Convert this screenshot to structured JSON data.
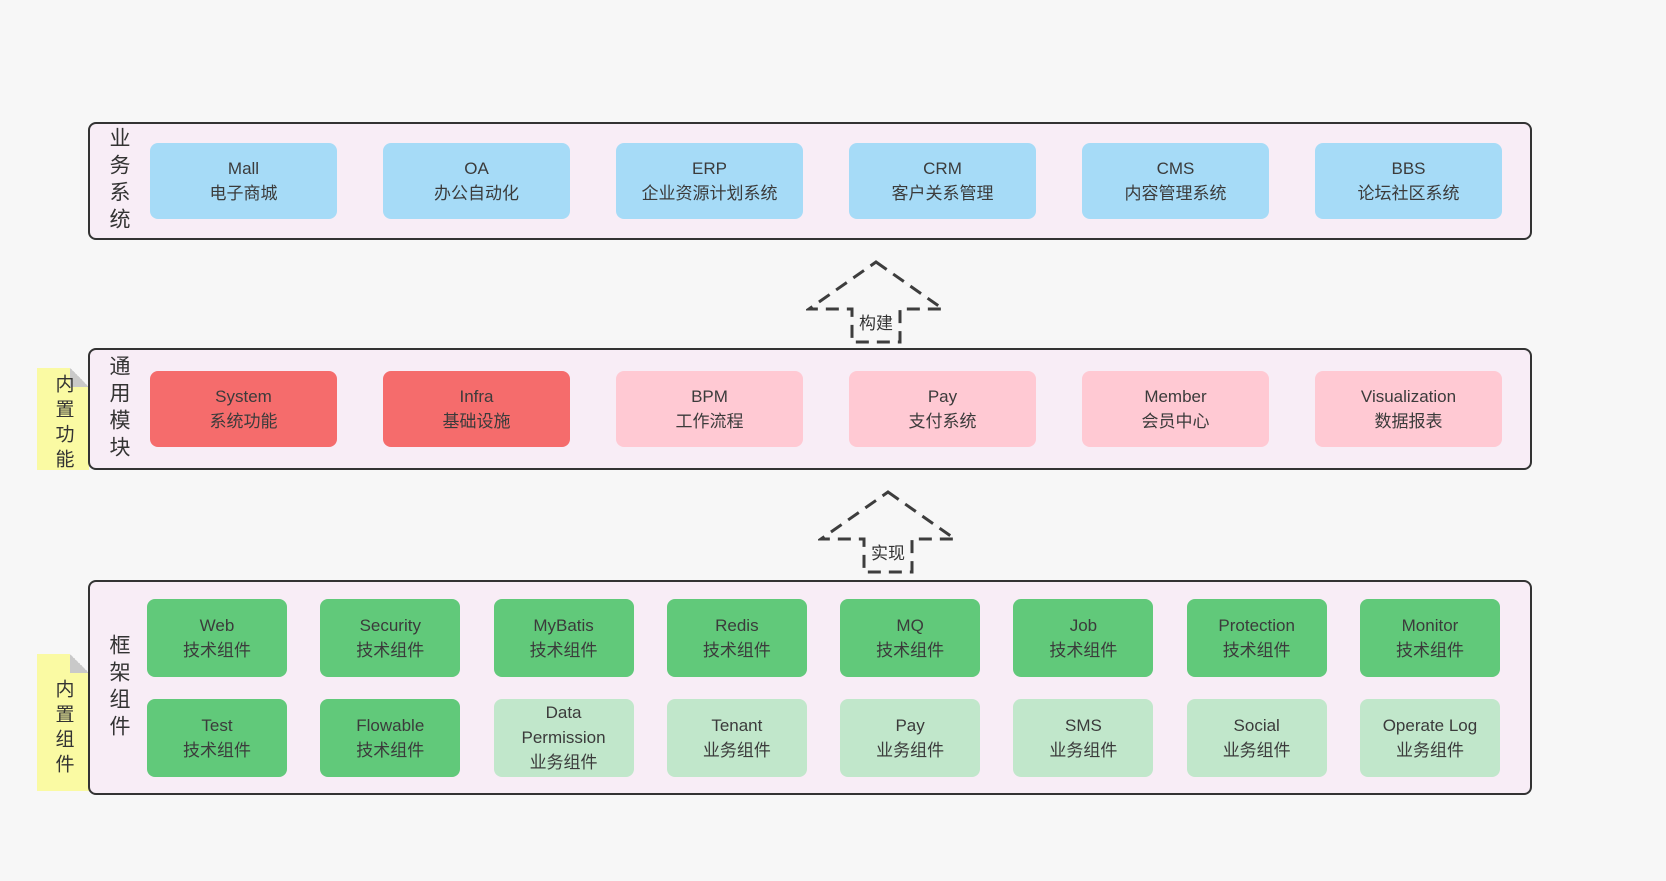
{
  "palette": {
    "page_bg": "#f7f7f7",
    "layer_bg": "#f8edf6",
    "layer_border": "#333333",
    "blue": "#a6dbf7",
    "red": "#f56c6c",
    "pink": "#ffc9d3",
    "green": "#61c97a",
    "light_green": "#c1e7cb",
    "sticky_yellow": "#fafaa3",
    "sticky_fold": "#c9c9c9",
    "arrow_stroke": "#3d3d3d",
    "text": "#3b3b3b"
  },
  "arrows": [
    {
      "label": "构建"
    },
    {
      "label": "实现"
    }
  ],
  "layers": [
    {
      "side_label": "业务系统",
      "sticky_label": null,
      "rows": [
        [
          {
            "en": "Mall",
            "zh": "电子商城",
            "variant": "blue"
          },
          {
            "en": "OA",
            "zh": "办公自动化",
            "variant": "blue"
          },
          {
            "en": "ERP",
            "zh": "企业资源计划系统",
            "variant": "blue"
          },
          {
            "en": "CRM",
            "zh": "客户关系管理",
            "variant": "blue"
          },
          {
            "en": "CMS",
            "zh": "内容管理系统",
            "variant": "blue"
          },
          {
            "en": "BBS",
            "zh": "论坛社区系统",
            "variant": "blue"
          }
        ]
      ]
    },
    {
      "side_label": "通用模块",
      "sticky_label": "内置功能",
      "rows": [
        [
          {
            "en": "System",
            "zh": "系统功能",
            "variant": "red"
          },
          {
            "en": "Infra",
            "zh": "基础设施",
            "variant": "red"
          },
          {
            "en": "BPM",
            "zh": "工作流程",
            "variant": "pink"
          },
          {
            "en": "Pay",
            "zh": "支付系统",
            "variant": "pink"
          },
          {
            "en": "Member",
            "zh": "会员中心",
            "variant": "pink"
          },
          {
            "en": "Visualization",
            "zh": "数据报表",
            "variant": "pink"
          }
        ]
      ]
    },
    {
      "side_label": "框架组件",
      "sticky_label": "内置组件",
      "rows": [
        [
          {
            "en": "Web",
            "zh": "技术组件",
            "variant": "green"
          },
          {
            "en": "Security",
            "zh": "技术组件",
            "variant": "green"
          },
          {
            "en": "MyBatis",
            "zh": "技术组件",
            "variant": "green"
          },
          {
            "en": "Redis",
            "zh": "技术组件",
            "variant": "green"
          },
          {
            "en": "MQ",
            "zh": "技术组件",
            "variant": "green"
          },
          {
            "en": "Job",
            "zh": "技术组件",
            "variant": "green"
          },
          {
            "en": "Protection",
            "zh": "技术组件",
            "variant": "green"
          },
          {
            "en": "Monitor",
            "zh": "技术组件",
            "variant": "green"
          }
        ],
        [
          {
            "en": "Test",
            "zh": "技术组件",
            "variant": "green"
          },
          {
            "en": "Flowable",
            "zh": "技术组件",
            "variant": "green"
          },
          {
            "en": "Data Permission",
            "zh": "业务组件",
            "variant": "light-green"
          },
          {
            "en": "Tenant",
            "zh": "业务组件",
            "variant": "light-green"
          },
          {
            "en": "Pay",
            "zh": "业务组件",
            "variant": "light-green"
          },
          {
            "en": "SMS",
            "zh": "业务组件",
            "variant": "light-green"
          },
          {
            "en": "Social",
            "zh": "业务组件",
            "variant": "light-green"
          },
          {
            "en": "Operate Log",
            "zh": "业务组件",
            "variant": "light-green"
          }
        ]
      ]
    }
  ]
}
